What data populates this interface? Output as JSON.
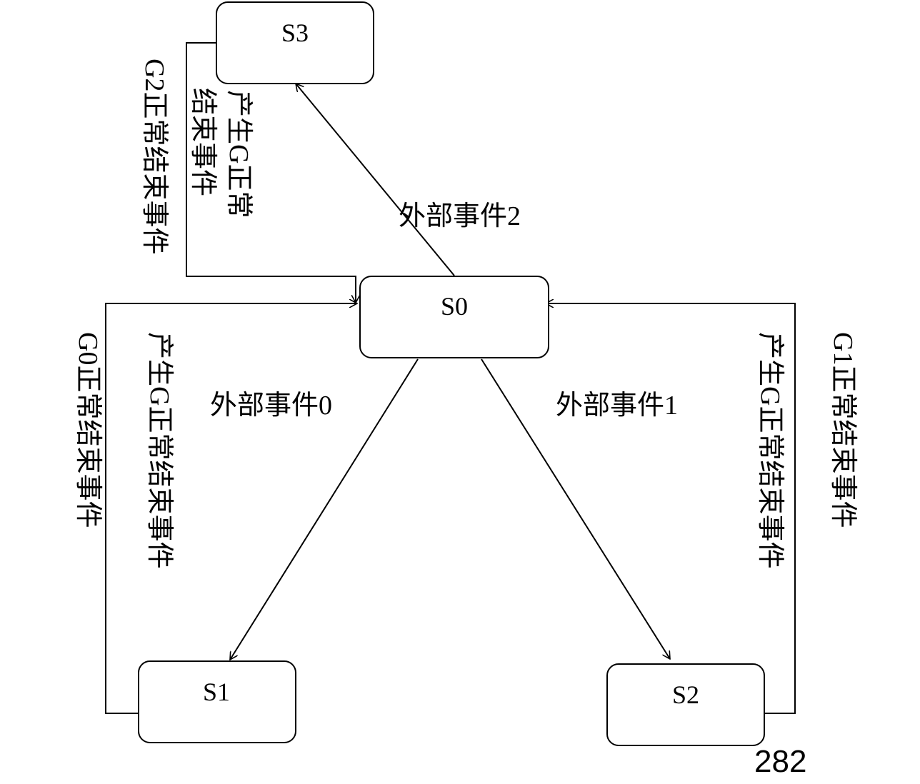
{
  "states": {
    "s0": "S0",
    "s1": "S1",
    "s2": "S2",
    "s3": "S3"
  },
  "edges": {
    "external_event_0": "外部事件0",
    "external_event_1": "外部事件1",
    "external_event_2": "外部事件2"
  },
  "vertical_labels": {
    "g2_end": "G2正常结束事件",
    "gen_g_end_s3_col1": "产生G正常",
    "gen_g_end_s3_col2": "结束事件",
    "g0_end": "G0正常结束事件",
    "gen_g_end_s1": "产生G正常结束事件",
    "gen_g_end_s2": "产生G正常结束事件",
    "g1_end": "G1正常结束事件"
  },
  "page_number": "282"
}
